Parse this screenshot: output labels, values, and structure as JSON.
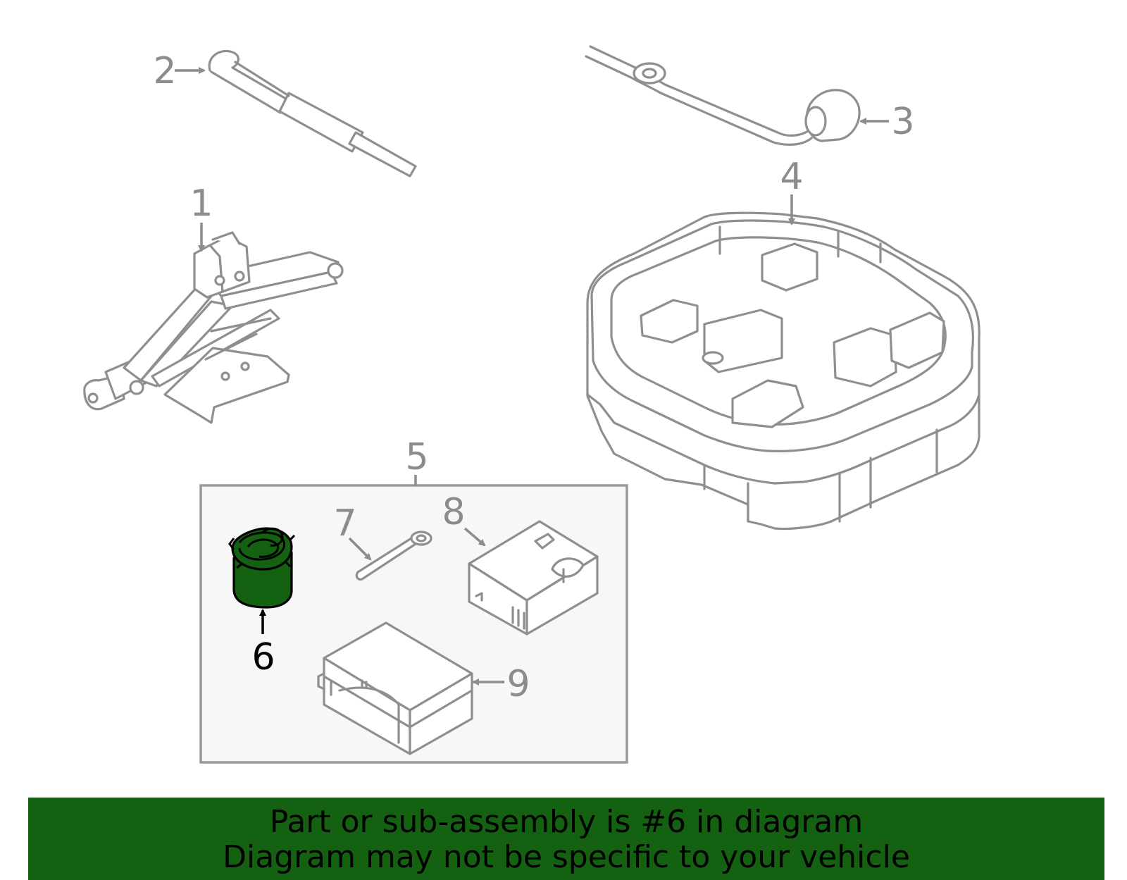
{
  "diagram": {
    "callouts": [
      {
        "id": "1",
        "label": "1"
      },
      {
        "id": "2",
        "label": "2"
      },
      {
        "id": "3",
        "label": "3"
      },
      {
        "id": "4",
        "label": "4"
      },
      {
        "id": "5",
        "label": "5"
      },
      {
        "id": "6",
        "label": "6",
        "highlighted": true
      },
      {
        "id": "7",
        "label": "7"
      },
      {
        "id": "8",
        "label": "8"
      },
      {
        "id": "9",
        "label": "9"
      }
    ],
    "highlight_color": "#156112",
    "line_color": "#8f8f8f",
    "kit_box_fill": "#f7f7f7"
  },
  "banner": {
    "line1": "Part or sub-assembly is #6 in diagram",
    "line2": "Diagram may not be specific to your vehicle",
    "background": "#156112"
  }
}
